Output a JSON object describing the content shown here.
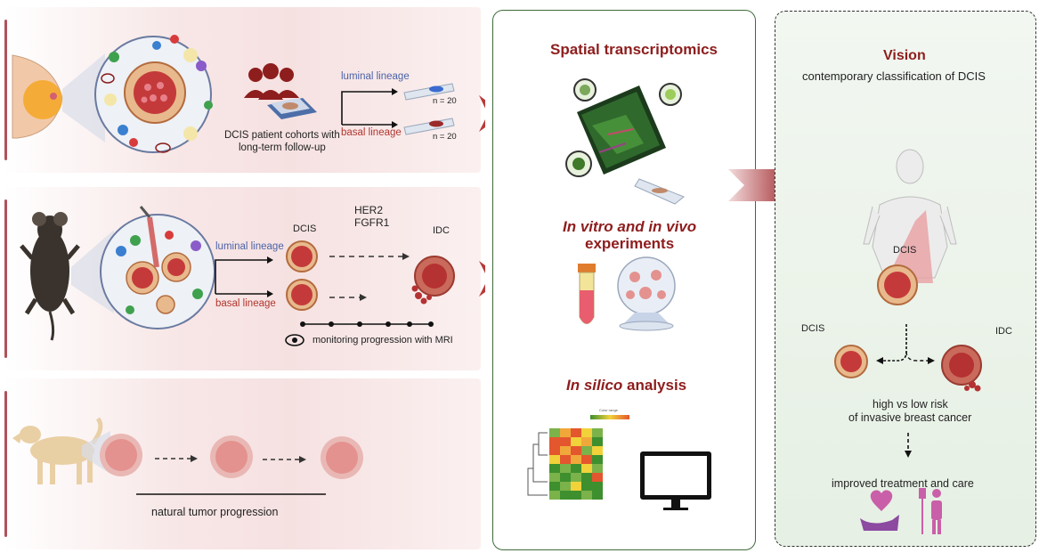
{
  "top_panel": {
    "cohort_caption_line1": "DCIS patient cohorts with",
    "cohort_caption_line2": "long-term follow-up",
    "luminal_label": "luminal lineage",
    "basal_label": "basal lineage",
    "n_luminal": "n = 20",
    "n_basal": "n = 20"
  },
  "mouse_panel": {
    "luminal_label": "luminal lineage",
    "basal_label": "basal lineage",
    "dcis_label": "DCIS",
    "idc_label": "IDC",
    "gene1": "HER2",
    "gene2": "FGFR1",
    "monitoring_label": "monitoring progression with MRI"
  },
  "dog_panel": {
    "progression_label": "natural tumor  progression"
  },
  "center": {
    "spatial_title": "Spatial transcriptomics",
    "vitro_title_italic": "In vitro and in vivo",
    "vitro_title_line2": "experiments",
    "silico_italic": "In silico",
    "silico_rest": " analysis",
    "heatmap_legend_label": "Color range"
  },
  "vision": {
    "title": "Vision",
    "subtitle": "contemporary classification of DCIS",
    "dcis_label": "DCIS",
    "dcis_left_label": "DCIS",
    "idc_label": "IDC",
    "risk_line1": "high vs low risk",
    "risk_line2": "of invasive breast cancer",
    "improved": "improved treatment and care"
  },
  "colors": {
    "dark_red": "#8e1d1d",
    "green_border": "#3f6b3a",
    "luminal_blue": "#4a63a8",
    "basal_red": "#b0362e"
  }
}
